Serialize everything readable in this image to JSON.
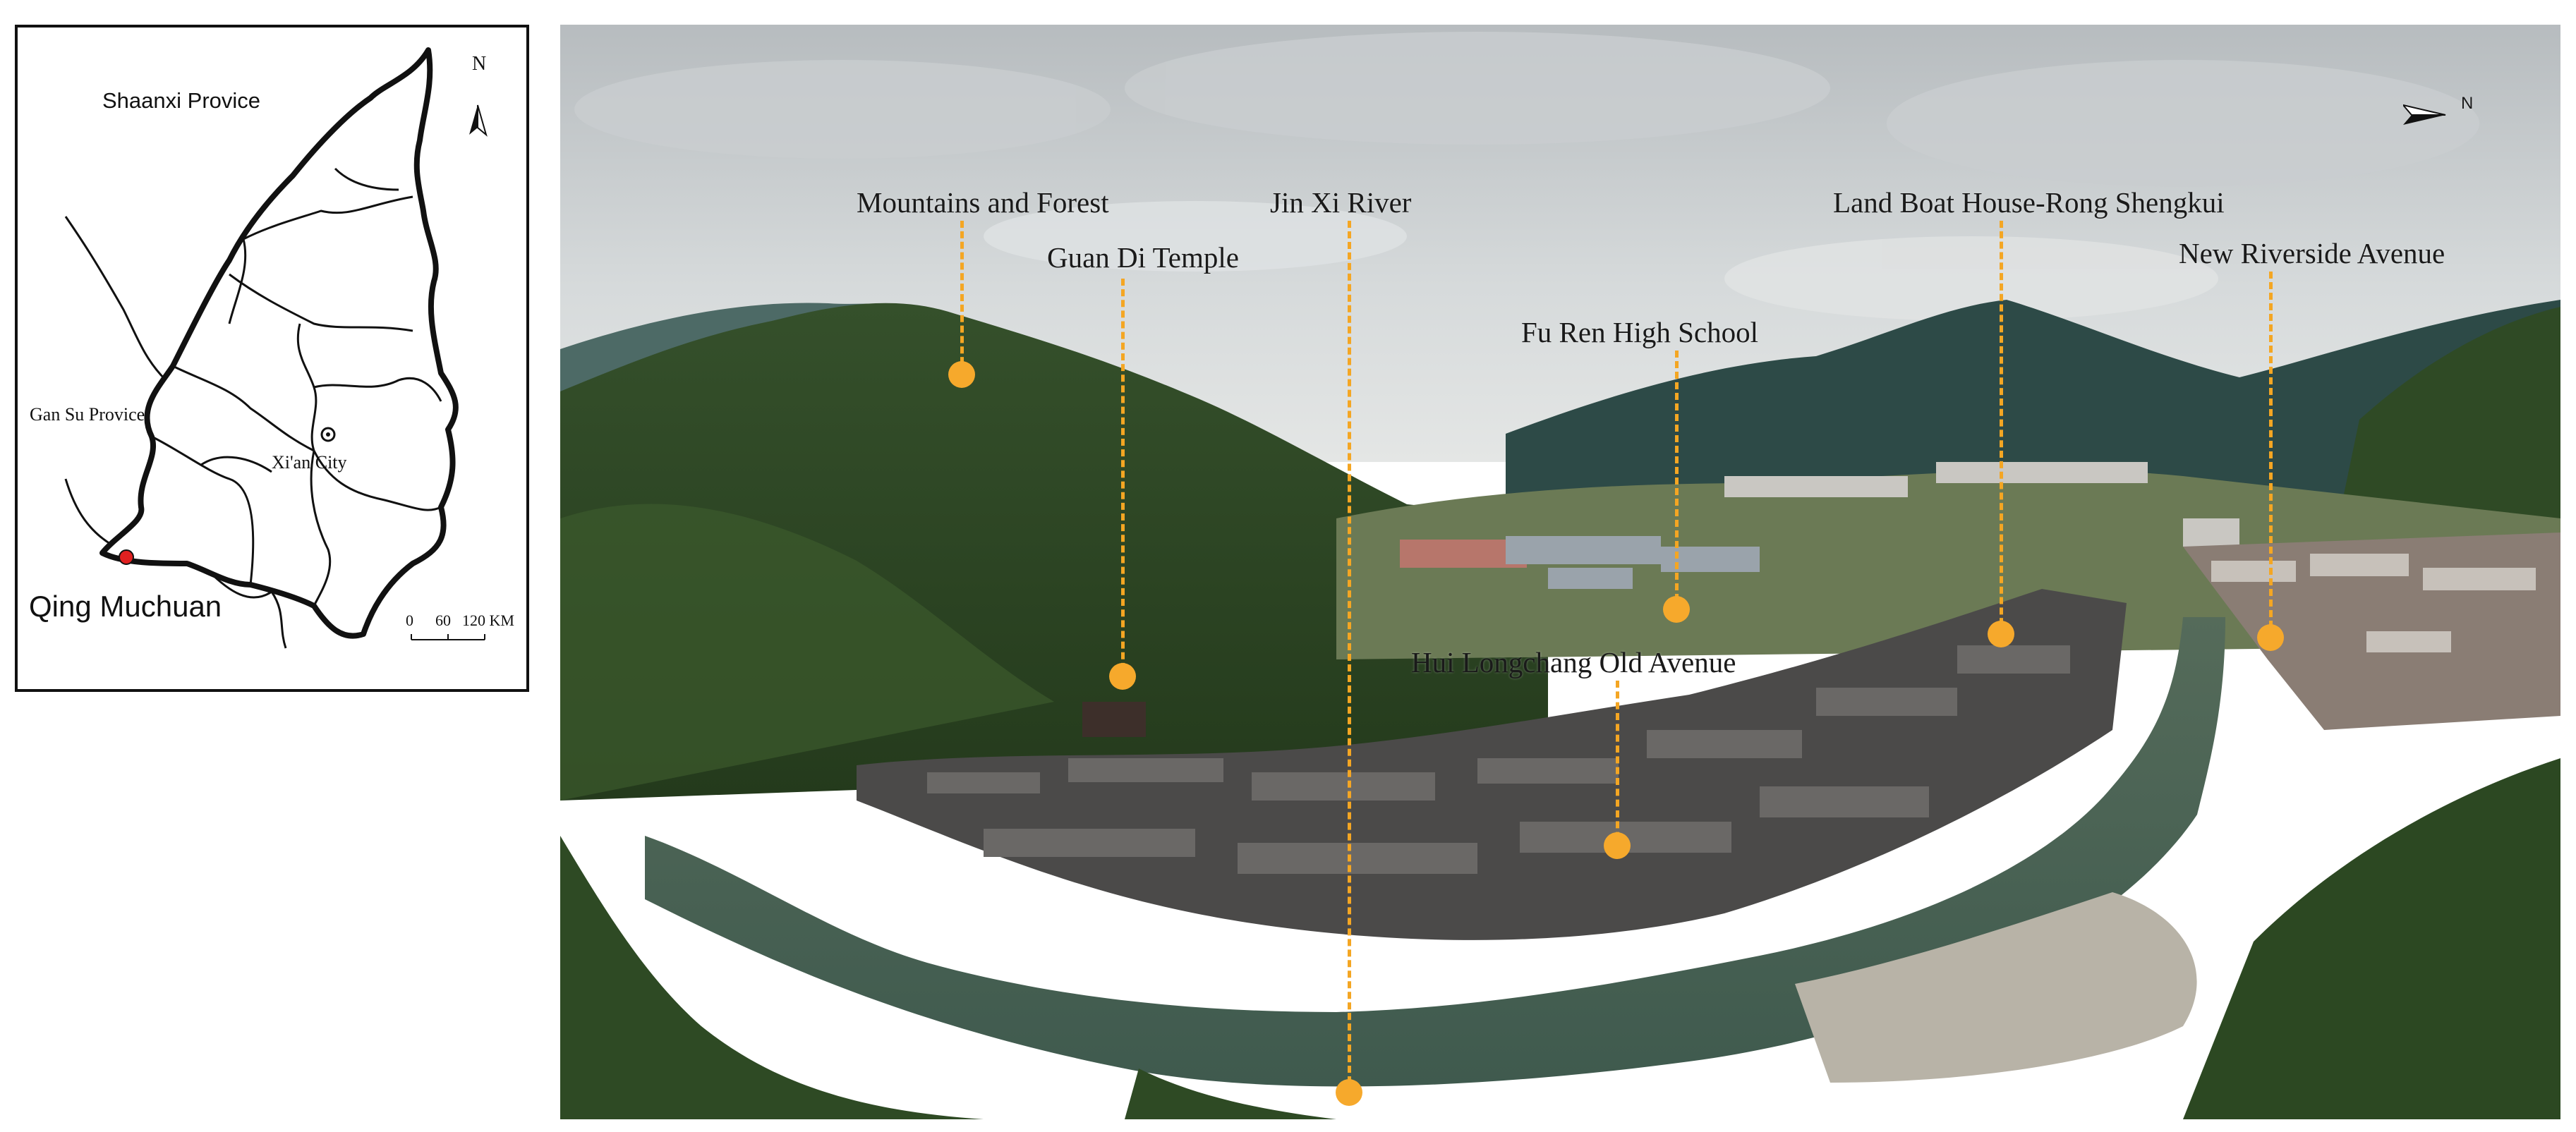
{
  "locator_map": {
    "province_label": "Shaanxi Provice",
    "neighbor_label": "Gan Su Provice",
    "capital_label": "Xi'an City",
    "site_label": "Qing Muchuan",
    "north_label": "N",
    "scale_ticks": [
      "0",
      "60",
      "120 KM"
    ]
  },
  "photo": {
    "north_label": "N",
    "callouts": [
      {
        "label": "Mountains and Forest"
      },
      {
        "label": "Guan Di Temple"
      },
      {
        "label": "Jin Xi River"
      },
      {
        "label": "Fu Ren High School"
      },
      {
        "label": "Hui Longchang Old Avenue"
      },
      {
        "label": "Land Boat House-Rong Shengkui"
      },
      {
        "label": "New Riverside Avenue"
      }
    ]
  },
  "colors": {
    "marker": "#f6a92c",
    "site_marker": "#e02020"
  }
}
